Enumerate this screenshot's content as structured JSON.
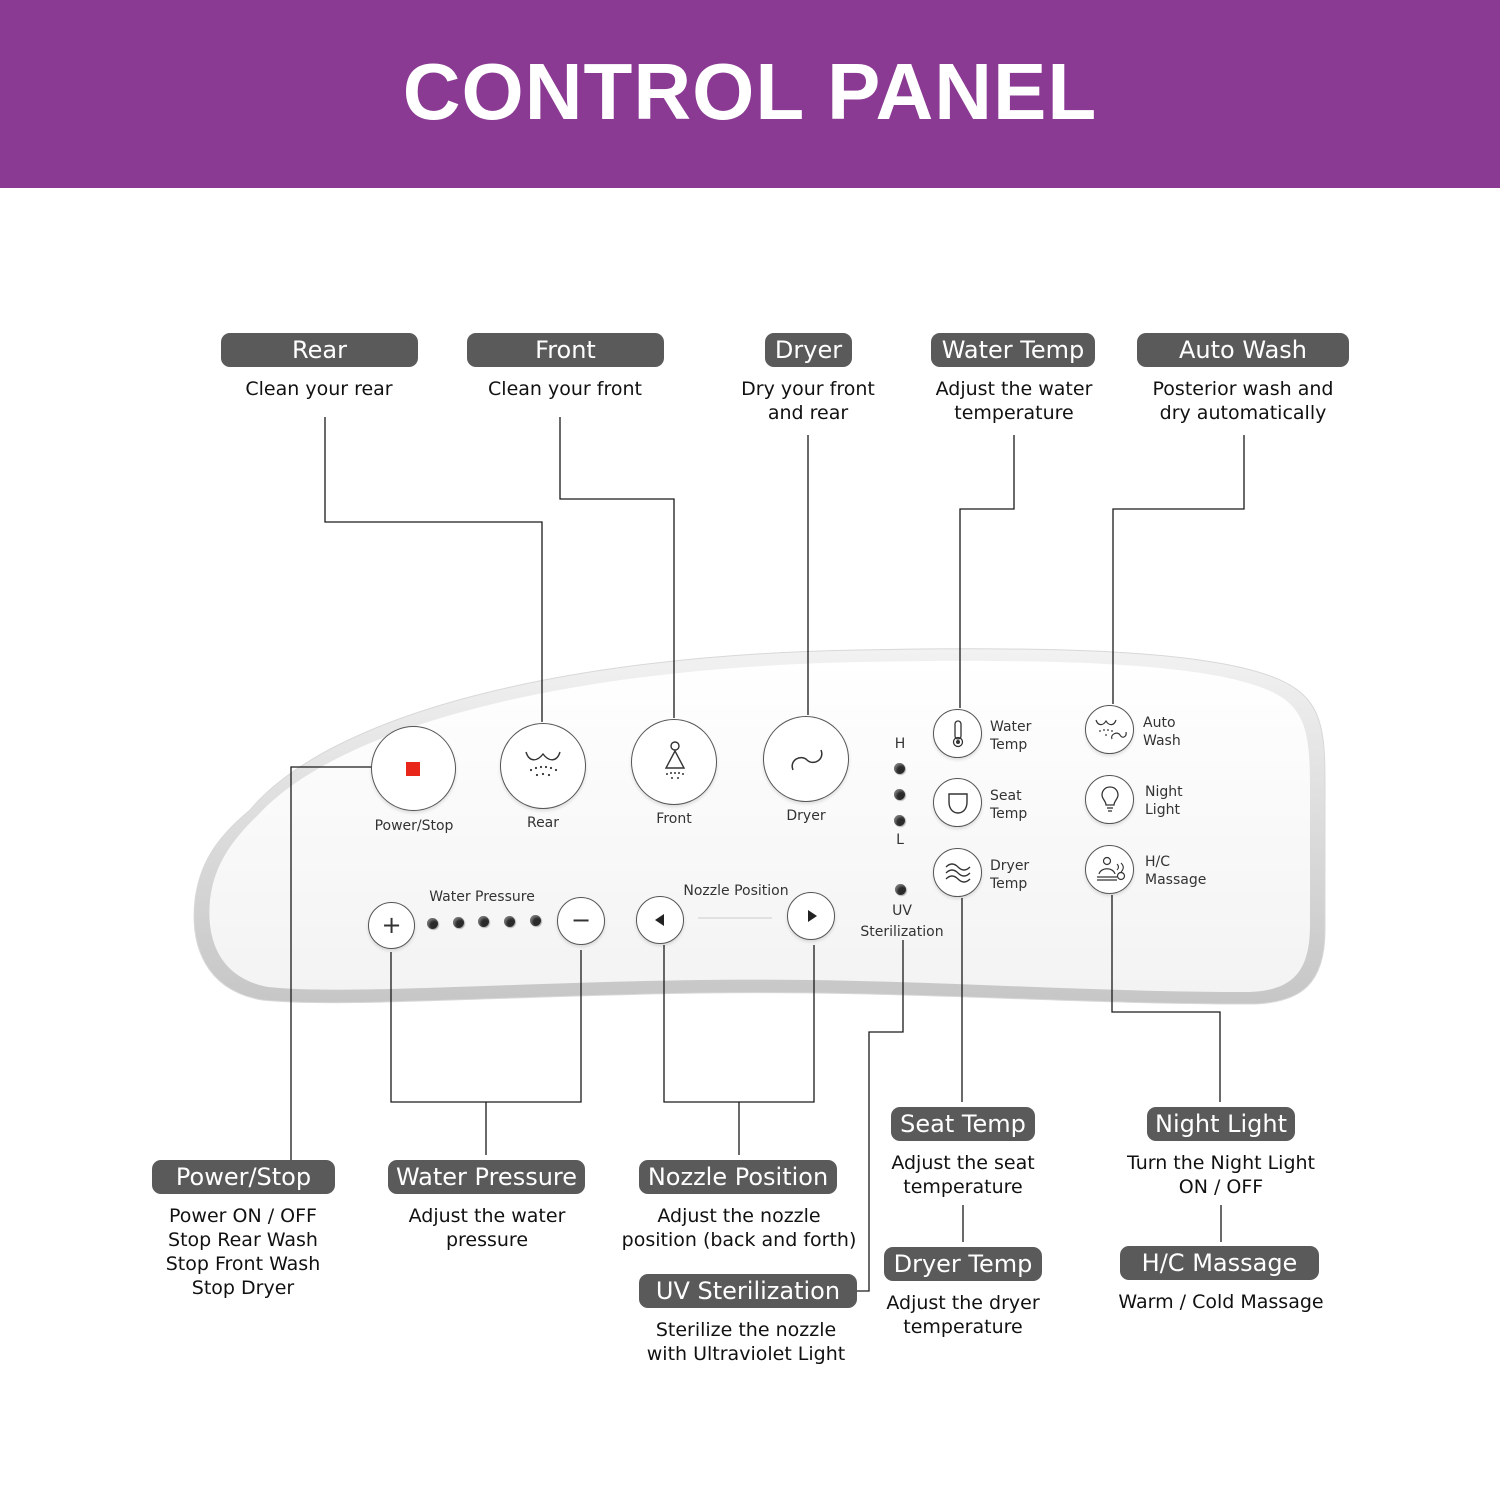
{
  "title": "CONTROL PANEL",
  "colors": {
    "banner": "#8b3a93",
    "pill": "#5a5a5a",
    "power_indicator": "#e8261a"
  },
  "callouts": {
    "rear": {
      "label": "Rear",
      "desc": [
        "Clean your rear"
      ]
    },
    "front": {
      "label": "Front",
      "desc": [
        "Clean your front"
      ]
    },
    "dryer": {
      "label": "Dryer",
      "desc": [
        "Dry your front",
        "and rear"
      ]
    },
    "water_temp": {
      "label": "Water Temp",
      "desc": [
        "Adjust the water",
        "temperature"
      ]
    },
    "auto_wash": {
      "label": "Auto Wash",
      "desc": [
        "Posterior wash and",
        "dry automatically"
      ]
    },
    "power_stop": {
      "label": "Power/Stop",
      "desc": [
        "Power ON / OFF",
        "Stop Rear Wash",
        "Stop Front Wash",
        "Stop Dryer"
      ]
    },
    "water_pressure": {
      "label": "Water Pressure",
      "desc": [
        "Adjust the water",
        "pressure"
      ]
    },
    "nozzle_position": {
      "label": "Nozzle Position",
      "desc": [
        "Adjust the nozzle",
        "position (back and forth)"
      ]
    },
    "uv_sterilization": {
      "label": "UV Sterilization",
      "desc": [
        "Sterilize the nozzle",
        "with Ultraviolet Light"
      ]
    },
    "seat_temp": {
      "label": "Seat Temp",
      "desc": [
        "Adjust the seat",
        "temperature"
      ]
    },
    "dryer_temp": {
      "label": "Dryer Temp",
      "desc": [
        "Adjust the dryer",
        "temperature"
      ]
    },
    "night_light": {
      "label": "Night Light",
      "desc": [
        "Turn the Night Light",
        "ON / OFF"
      ]
    },
    "hc_massage": {
      "label": "H/C Massage",
      "desc": [
        "Warm / Cold Massage"
      ]
    }
  },
  "panel": {
    "power_stop": "Power/Stop",
    "rear": "Rear",
    "front": "Front",
    "dryer": "Dryer",
    "level_high": "H",
    "level_low": "L",
    "water_pressure": "Water Pressure",
    "nozzle_position": "Nozzle Position",
    "uv": "UV",
    "sterilization": "Sterilization",
    "water_temp": [
      "Water",
      "Temp"
    ],
    "seat_temp": [
      "Seat",
      "Temp"
    ],
    "dryer_temp": [
      "Dryer",
      "Temp"
    ],
    "auto_wash": [
      "Auto",
      "Wash"
    ],
    "night_light": [
      "Night",
      "Light"
    ],
    "hc_massage": [
      "H/C",
      "Massage"
    ],
    "plus": "+",
    "minus": "−"
  },
  "icons": {
    "power": "stop-square-icon",
    "rear": "rear-spray-icon",
    "front": "front-spray-icon",
    "dryer": "dryer-fan-icon",
    "water_temp": "thermometer-icon",
    "seat_temp": "seat-icon",
    "dryer_temp": "wave-icon",
    "auto_wash": "auto-wash-icon",
    "night_light": "bulb-icon",
    "hc_massage": "massage-icon",
    "nozzle_back": "triangle-left-icon",
    "nozzle_forward": "triangle-right-icon"
  }
}
